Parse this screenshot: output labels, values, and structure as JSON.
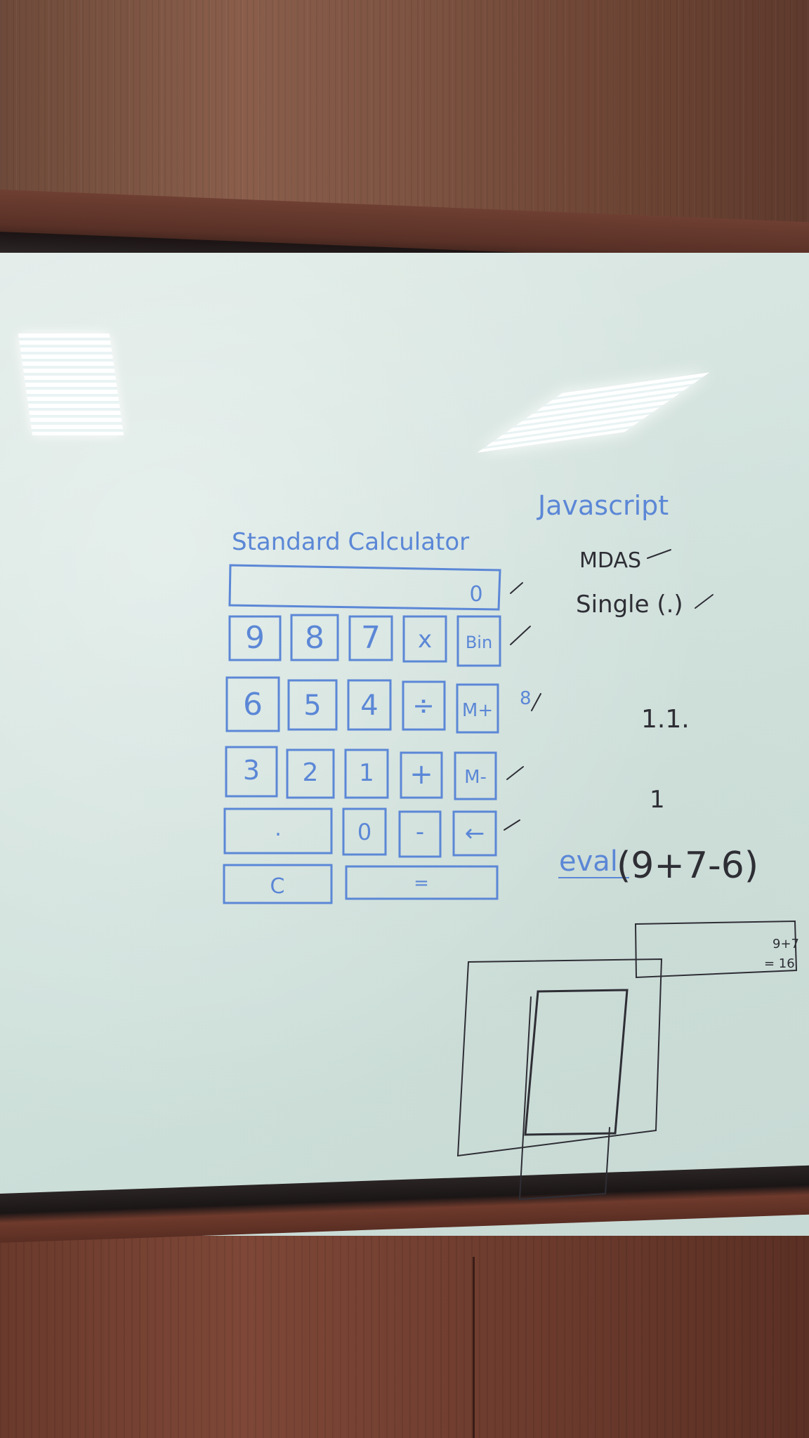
{
  "calculator": {
    "title": "Standard Calculator",
    "display_value": "0",
    "keys": {
      "nine": "9",
      "eight": "8",
      "seven": "7",
      "multiply": "x",
      "bin": "Bin",
      "six": "6",
      "five": "5",
      "four": "4",
      "divide": "÷",
      "mplus": "M+",
      "three": "3",
      "two": "2",
      "one": "1",
      "plus": "+",
      "mminus": "M-",
      "dot": ".",
      "zero": "0",
      "minus": "-",
      "backspace": "←",
      "clear": "C",
      "equals": "="
    }
  },
  "notes": {
    "heading": "Javascript",
    "line1": "MDAS",
    "line2": "Single (.)",
    "line3": "1.1.",
    "line4": "1",
    "side_mark": "8",
    "eval_word": "eval",
    "eval_expr": "(9+7-6)"
  },
  "sketch": {
    "box_line1": "9+7",
    "box_line2": "= 16"
  },
  "colors": {
    "marker_blue": "#5b87d6",
    "marker_black": "#2e2e35",
    "board": "#d3e3de"
  }
}
